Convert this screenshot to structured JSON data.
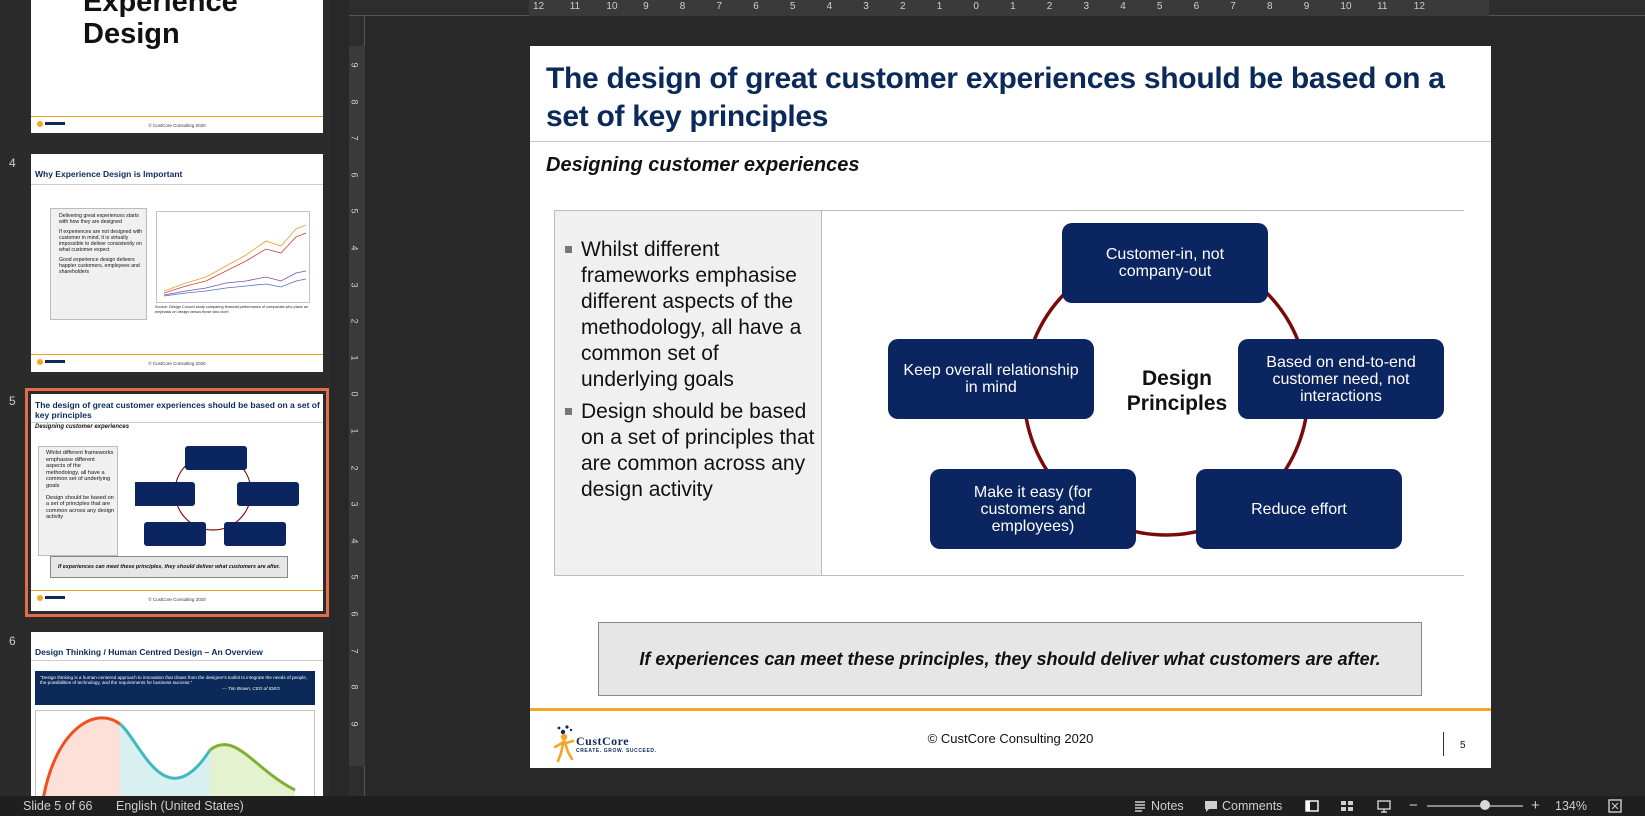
{
  "thumbnails": {
    "slide3_title": "Experience\nDesign",
    "slide3_title_line1": "Experience",
    "slide3_title_line2": "Design",
    "footer_text": "© CustCore Consulting 2020",
    "items": [
      {
        "number": "4",
        "title": "Why Experience Design is Important",
        "bullets": [
          "Delivering great experiences starts with how they are designed",
          "If experiences are not designed with customer in mind, it is virtually impossible to deliver consistently on what customer expect",
          "Good experience design delivers happier customers, employees and shareholders"
        ],
        "source": "Source: Design Council study comparing financial performance of companies who place an emphasis on design versus those who don't"
      },
      {
        "number": "5",
        "title": "The design of great customer experiences should be based on a set of key principles",
        "selected": true
      },
      {
        "number": "6",
        "title": "Design Thinking / Human Centred Design – An Overview",
        "quote": "\"Design thinking is a human-centered approach to innovation that draws from the designer's toolkit to integrate the needs of people, the possibilities of technology, and the requirements for business success.\"",
        "attribution": "— Tim Brown, CEO of IDEO"
      }
    ]
  },
  "ruler": {
    "top_labels": [
      "12",
      "11",
      "10",
      "9",
      "8",
      "7",
      "6",
      "5",
      "4",
      "3",
      "2",
      "1",
      "0",
      "1",
      "2",
      "3",
      "4",
      "5",
      "6",
      "7",
      "8",
      "9",
      "10",
      "11",
      "12"
    ],
    "left_labels": [
      "9",
      "8",
      "7",
      "6",
      "5",
      "4",
      "3",
      "2",
      "1",
      "0",
      "1",
      "2",
      "3",
      "4",
      "5",
      "6",
      "7",
      "8",
      "9"
    ]
  },
  "slide": {
    "title": "The design of great customer experiences should be based on a set of key principles",
    "subtitle": "Designing customer experiences",
    "bullets": [
      "Whilst different frameworks emphasise different aspects of the methodology, all have a common set of underlying goals",
      "Design should be based on a set of principles that are common across any design activity"
    ],
    "diagram": {
      "center_label_line1": "Design",
      "center_label_line2": "Principles",
      "principles": [
        "Customer-in, not company-out",
        "Based on end-to-end customer need, not interactions",
        "Reduce effort",
        "Make it easy (for customers and employees)",
        "Keep overall relationship in mind"
      ],
      "ring_color": "#7a0a0a",
      "box_color": "#0b2560"
    },
    "callout": "If experiences can meet these principles, they should deliver what customers are after.",
    "footer": {
      "copyright": "© CustCore Consulting 2020",
      "page_number": "5",
      "logo_name": "CustCore",
      "logo_tagline": "Create. Grow. Succeed."
    }
  },
  "status_bar": {
    "slide_info": "Slide 5 of 66",
    "language": "English (United States)",
    "notes_label": "Notes",
    "comments_label": "Comments",
    "zoom": "134%",
    "zoom_level_fraction": 0.6
  }
}
